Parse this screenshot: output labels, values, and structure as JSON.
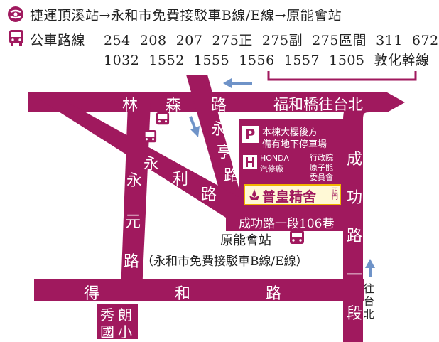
{
  "colors": {
    "road": "#a0195e",
    "arrow": "#6f93c8",
    "text": "#222222",
    "white": "#ffffff",
    "gold": "#f0b400"
  },
  "header": {
    "mrt_icon": "mrt-logo-icon",
    "bus_icon": "bus-icon",
    "line1": "捷運頂溪站→永和市免費接駁車B線/E線→原能會站",
    "bus_label": "公車路線",
    "routes_row1": "254  208  207  275正  275副  275區間  311  672",
    "routes_row2": "1032  1552  1555  1556  1557  1505  敦化幹線"
  },
  "map": {
    "road_linsen": [
      "林",
      "森",
      "路"
    ],
    "road_yongheng": [
      "永",
      "亨",
      "路"
    ],
    "road_yongli": [
      "永",
      "利",
      "路"
    ],
    "road_yongyuan": [
      "永",
      "元",
      "路"
    ],
    "road_dehe": [
      "得",
      "和",
      "路"
    ],
    "road_chenggong": [
      "成",
      "功",
      "路",
      "一",
      "段"
    ],
    "fuhe_bridge": "福和橋往台北",
    "to_taipei": [
      "往",
      "台",
      "北"
    ],
    "parking_icon": "P",
    "parking_line1": "本棟大樓後方",
    "parking_line2": "備有地下停車場",
    "honda_logo": "HONDA",
    "honda_sub": "汽修廠",
    "inst_line1": "行政院",
    "inst_line2": "原子能",
    "inst_line3": "委員會",
    "venue_name": "普皇精舍",
    "venue_tag": "正門",
    "lane": "成功路一段106巷",
    "stop_name": "原能會站",
    "stop_note": "（永和市免費接駁車B線/E線）",
    "school": [
      "秀",
      "朗",
      "國",
      "小"
    ]
  }
}
